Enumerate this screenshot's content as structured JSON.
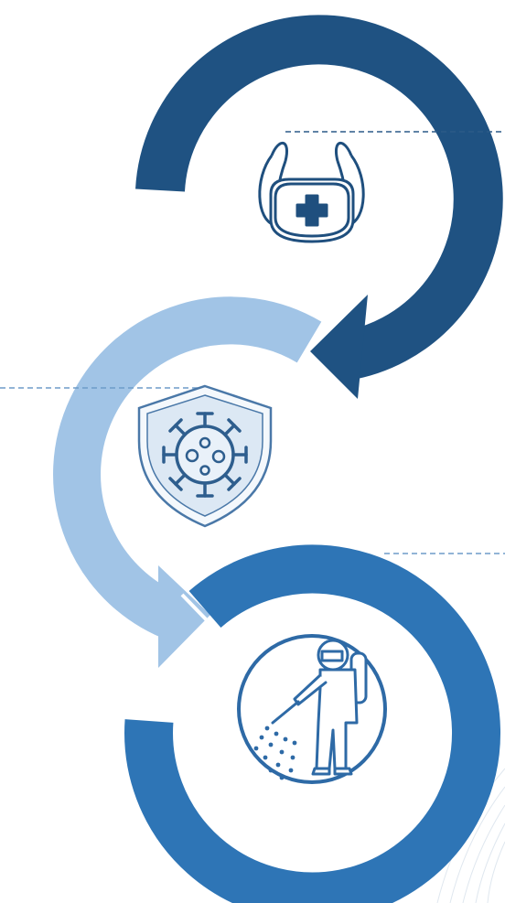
{
  "diagram": {
    "steps": [
      {
        "id": "mask",
        "icon": "face-mask-icon",
        "color": "#1f5282"
      },
      {
        "id": "virus",
        "icon": "virus-shield-icon",
        "color": "#a1c4e6"
      },
      {
        "id": "disinfect",
        "icon": "disinfection-worker-icon",
        "color": "#2e75b6"
      }
    ],
    "colors": {
      "dark_blue": "#1f5282",
      "light_blue": "#a1c4e6",
      "mid_blue": "#2e75b6",
      "dash_dark": "#2c5a88",
      "dash_light": "#6e9cc8",
      "background": "#ffffff"
    }
  }
}
